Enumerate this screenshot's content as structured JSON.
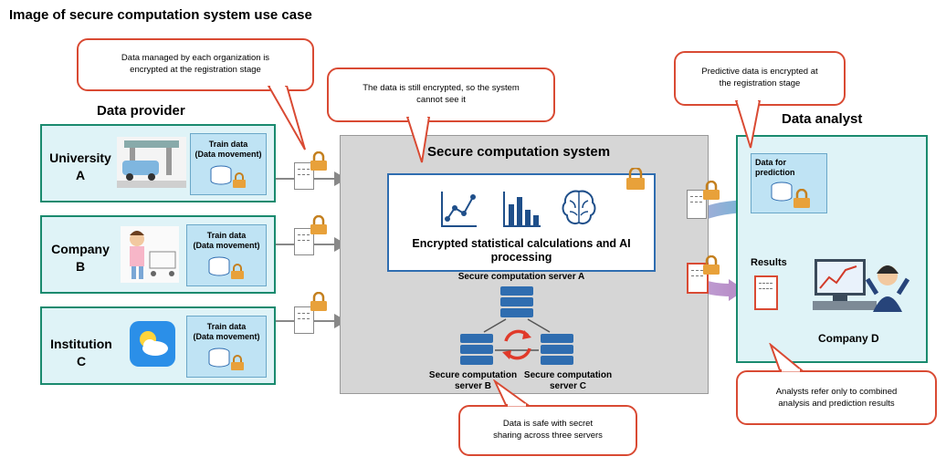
{
  "title": "Image of secure computation system use case",
  "provider": {
    "heading": "Data provider",
    "orgs": [
      {
        "name_line1": "University",
        "name_line2": "A",
        "train_line1": "Train data",
        "train_line2": "(Data movement)"
      },
      {
        "name_line1": "Company",
        "name_line2": "B",
        "train_line1": "Train data",
        "train_line2": "(Data movement)"
      },
      {
        "name_line1": "Institution",
        "name_line2": "C",
        "train_line1": "Train data",
        "train_line2": "(Data movement)"
      }
    ]
  },
  "system": {
    "heading": "Secure computation system",
    "processing_line1": "Encrypted statistical calculations and AI",
    "processing_line2": "processing",
    "server_a": "Secure computation server A",
    "server_b_line1": "Secure computation",
    "server_b_line2": "server B",
    "server_c_line1": "Secure computation",
    "server_c_line2": "server C"
  },
  "analyst": {
    "heading": "Data analyst",
    "prediction_line1": "Data for",
    "prediction_line2": "prediction",
    "results": "Results",
    "company": "Company D"
  },
  "callouts": {
    "registration_line1": "Data managed by each organization is",
    "registration_line2": "encrypted at the registration stage",
    "still_encrypted_line1": "The data is still encrypted, so the system",
    "still_encrypted_line2": "cannot see it",
    "predictive_line1": "Predictive data is encrypted at",
    "predictive_line2": "the registration stage",
    "analysts_line1": "Analysts refer only to combined",
    "analysts_line2": "analysis and prediction results",
    "secret_sharing_line1": "Data is safe with secret",
    "secret_sharing_line2": "sharing across three servers"
  },
  "colors": {
    "provider_border": "#1a8a6e",
    "provider_fill": "#dff3f7",
    "callout_border": "#d94a33",
    "lock": "#e8a13a",
    "server": "#2f6db0",
    "system_fill": "#d6d6d6"
  }
}
